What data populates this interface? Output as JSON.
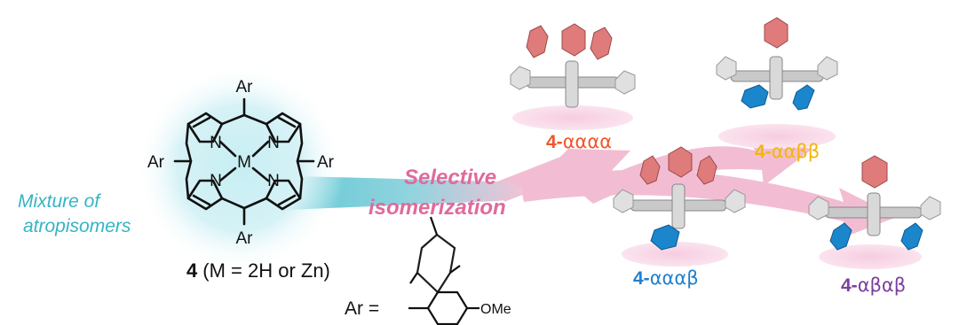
{
  "porphyrin": {
    "ar_top": "Ar",
    "ar_left": "Ar",
    "ar_right": "Ar",
    "ar_bottom": "Ar",
    "n_tl": "N",
    "n_tr": "N",
    "n_bl": "N",
    "n_br": "N",
    "metal": "M"
  },
  "compound": {
    "number": "4",
    "condition": "(M = 2H or Zn)"
  },
  "mixture_label": {
    "line1": "Mixture of",
    "line2": "atropisomers"
  },
  "process_label": {
    "line1": "Selective",
    "line2": "isomerization"
  },
  "ar_definition": {
    "prefix": "Ar =",
    "substituent": "OMe"
  },
  "isomers": [
    {
      "prefix": "4-",
      "suffix": "αααα",
      "color": "#f0542a"
    },
    {
      "prefix": "4-",
      "suffix": "ααββ",
      "color": "#f2b705"
    },
    {
      "prefix": "4-",
      "suffix": "αααβ",
      "color": "#1f7fcf"
    },
    {
      "prefix": "4-",
      "suffix": "αβαβ",
      "color": "#7a3fa0"
    }
  ],
  "colors": {
    "teal": "#35b4c2",
    "pink": "#e06a9c",
    "pink_arrow": "#f2bdd3",
    "alpha_ring": "#e07b7b",
    "beta_ring": "#1b86cc"
  }
}
